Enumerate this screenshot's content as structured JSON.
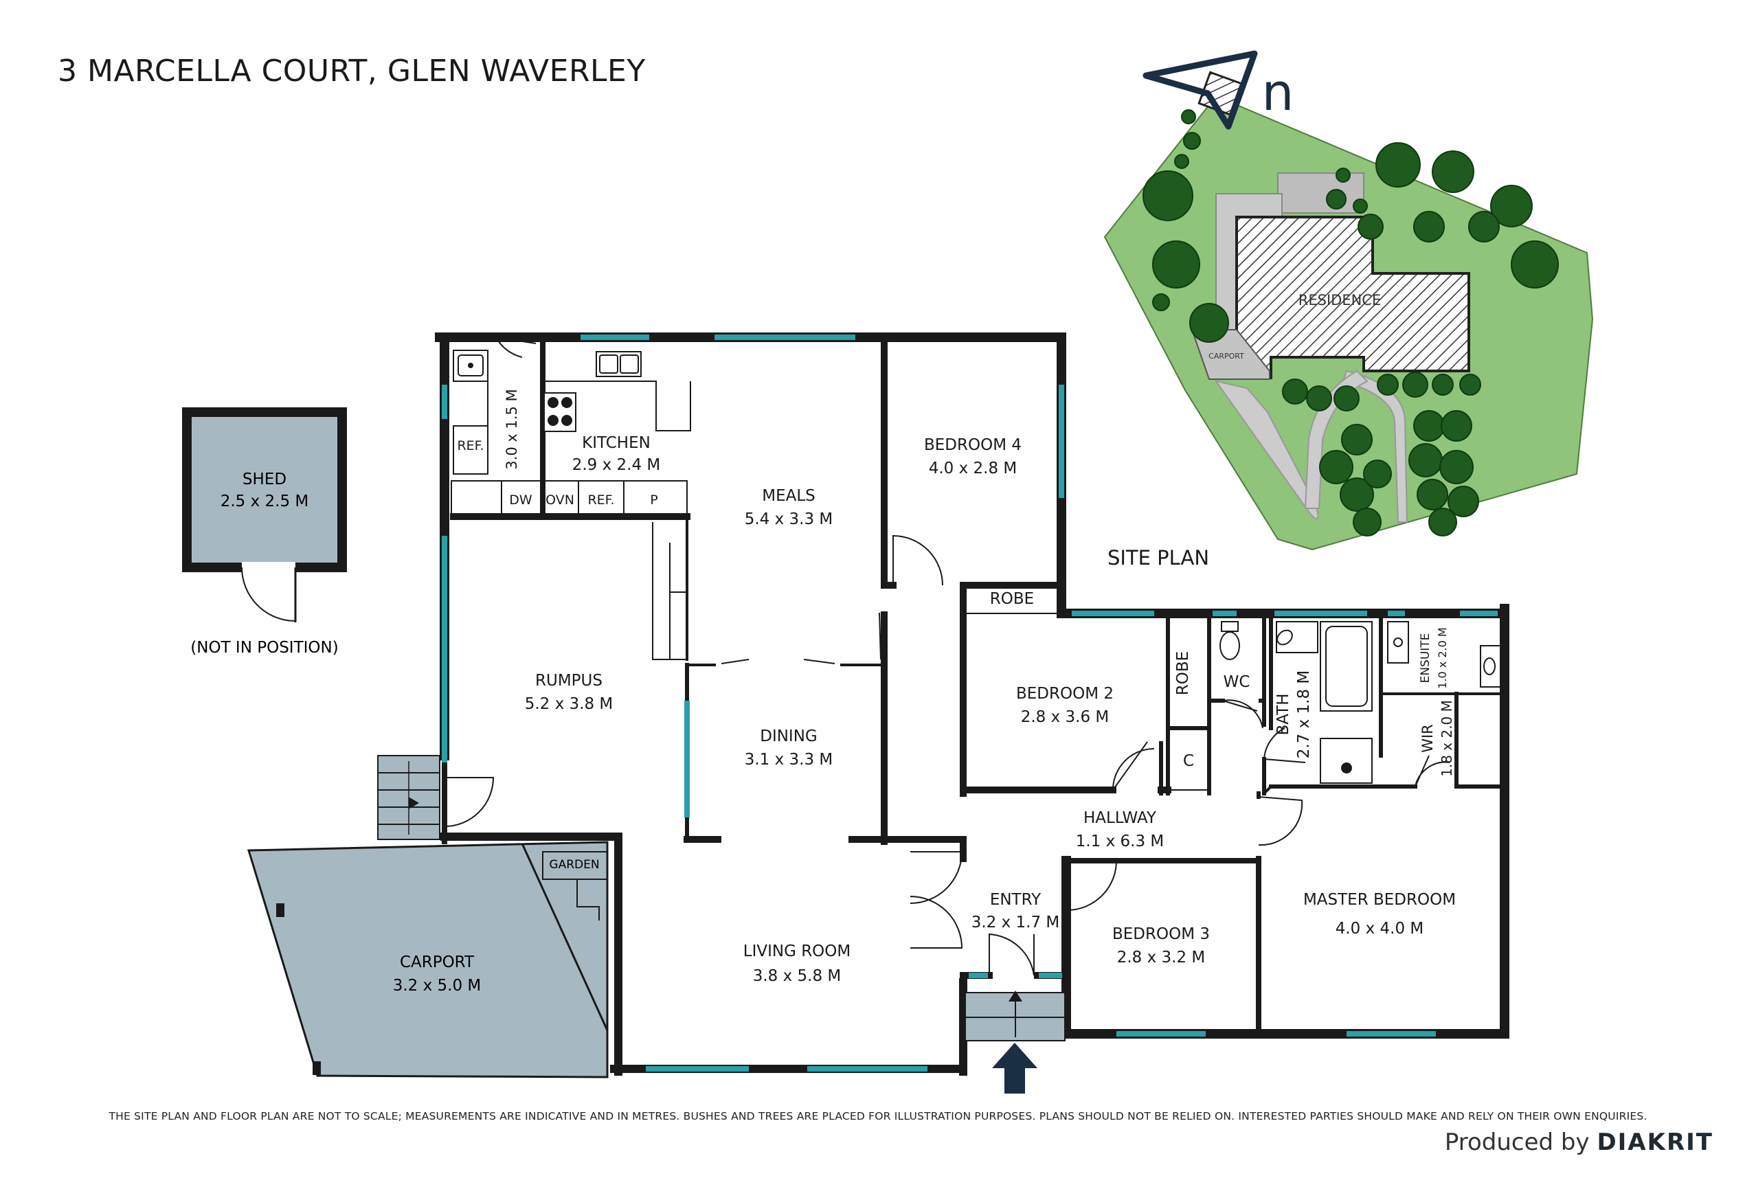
{
  "title": "3 MARCELLA COURT, GLEN WAVERLEY",
  "disclaimer": "THE SITE PLAN AND FLOOR PLAN ARE NOT TO SCALE; MEASUREMENTS ARE INDICATIVE AND IN METRES. BUSHES AND TREES ARE PLACED FOR ILLUSTRATION PURPOSES. PLANS SHOULD NOT BE RELIED ON. INTERESTED PARTIES SHOULD MAKE AND RELY ON THEIR OWN ENQUIRIES.",
  "produced_by": "Produced by",
  "brand": "DIAKRIT",
  "compass_letter": "n",
  "site_plan": {
    "label": "SITE PLAN",
    "residence": "RESIDENCE",
    "carport": "CARPORT"
  },
  "rooms": {
    "shed": {
      "name": "SHED",
      "size": "2.5 x 2.5 M",
      "note": "(NOT IN POSITION)"
    },
    "laundry": {
      "size": "3.0 x 1.5 M"
    },
    "kitchen": {
      "name": "KITCHEN",
      "size": "2.9 x 2.4 M"
    },
    "meals": {
      "name": "MEALS",
      "size": "5.4 x 3.3 M"
    },
    "bedroom4": {
      "name": "BEDROOM 4",
      "size": "4.0 x 2.8 M"
    },
    "rumpus": {
      "name": "RUMPUS",
      "size": "5.2 x 3.8 M"
    },
    "dining": {
      "name": "DINING",
      "size": "3.1 x 3.3 M"
    },
    "bedroom2": {
      "name": "BEDROOM 2",
      "size": "2.8 x 3.6 M"
    },
    "hallway": {
      "name": "HALLWAY",
      "size": "1.1 x 6.3 M"
    },
    "entry": {
      "name": "ENTRY",
      "size": "3.2 x 1.7 M"
    },
    "living": {
      "name": "LIVING ROOM",
      "size": "3.8 x 5.8 M"
    },
    "carport": {
      "name": "CARPORT",
      "size": "3.2 x 5.0 M"
    },
    "bedroom3": {
      "name": "BEDROOM 3",
      "size": "2.8 x 3.2 M"
    },
    "master": {
      "name": "MASTER BEDROOM",
      "size": "4.0 x 4.0 M"
    },
    "bath": {
      "name": "BATH",
      "size": "2.7 x 1.8 M"
    },
    "ensuite": {
      "name": "ENSUITE",
      "size": "1.0 x 2.0 M"
    },
    "wir": {
      "name": "WIR",
      "size": "1.8 x 2.0 M"
    }
  },
  "fixtures": {
    "ref_laundry": "REF.",
    "dw": "DW",
    "ovn": "OVN",
    "ref_kitchen": "REF.",
    "pantry": "P",
    "robe_b4": "ROBE",
    "robe_b2": "ROBE",
    "wc": "WC",
    "cupboard": "C",
    "garden": "GARDEN"
  },
  "colors": {
    "wall": "#1a1a1a",
    "window": "#2aa0a8",
    "shed_fill": "#a7b9c0",
    "carport_fill": "#a7b9c0",
    "site_grass": "#8fc47a",
    "tree": "#1f5a1f",
    "arrow": "#1a2e44",
    "compass": "#1a2e44"
  },
  "icons": [
    "north-compass-icon",
    "entry-arrow-icon",
    "sink-icon",
    "cooktop-icon",
    "toilet-icon",
    "bathtub-icon",
    "shower-icon",
    "tree-icon"
  ]
}
